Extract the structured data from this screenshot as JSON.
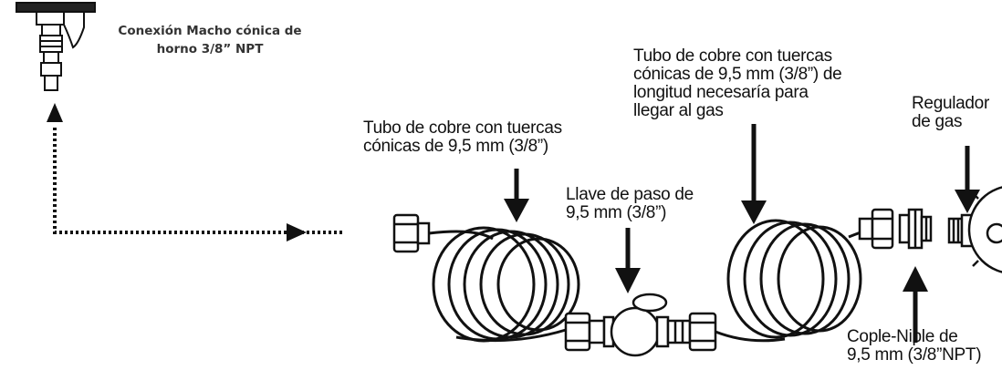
{
  "labels": {
    "oven_connection": [
      "Conexión Macho cónica de",
      "horno 3/8” NPT"
    ],
    "tube_left": [
      "Tubo de cobre con tuercas",
      "cónicas de 9,5 mm (3/8”)"
    ],
    "shutoff_valve": [
      "Llave de paso de",
      "9,5 mm (3/8”)"
    ],
    "tube_right": [
      "Tubo de cobre con tuercas",
      "cónicas de 9,5 mm (3/8”) de",
      "longitud necesaría para",
      "llegar al gas"
    ],
    "regulator": [
      "Regulador",
      "de gas"
    ],
    "coupler": [
      "Cople-Niple de",
      "9,5 mm (3/8”NPT)"
    ]
  },
  "colors": {
    "line": "#111111",
    "text": "#111111",
    "oven_text": "#333333"
  }
}
